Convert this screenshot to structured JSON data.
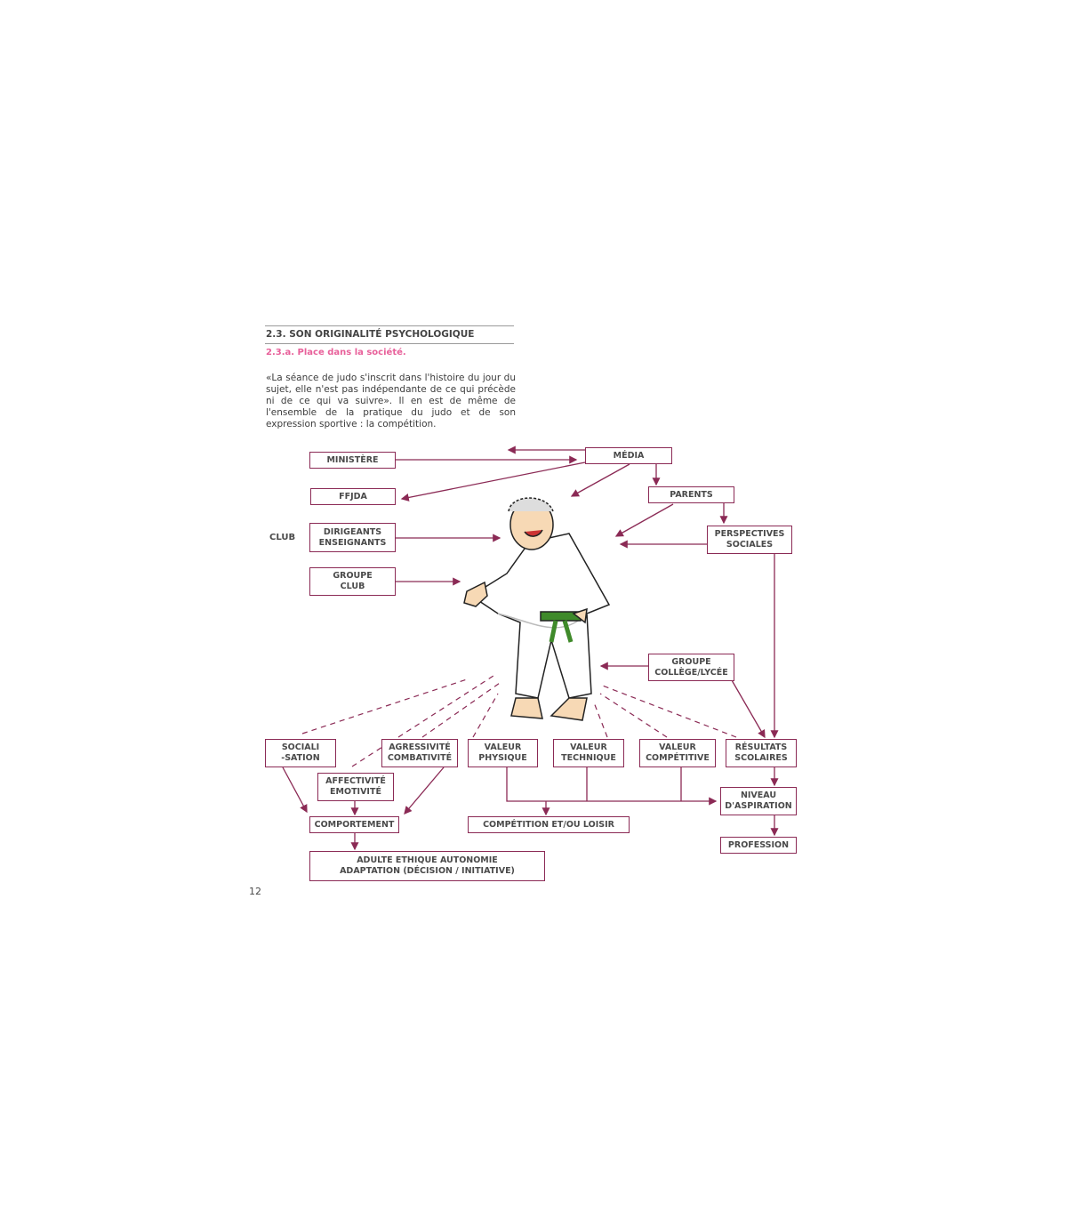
{
  "section_title": "2.3. SON ORIGINALITÉ PSYCHOLOGIQUE",
  "subsection_title": "2.3.a. Place dans la société.",
  "paragraph": "«La séance de judo s'inscrit dans l'histoire du jour du sujet, elle n'est pas indépendante de ce qui précède ni de ce qui va suivre». Il en est de même de l'ensemble de la pratique du judo et de son expression sportive : la compétition.",
  "diagram": {
    "club_label": "CLUB",
    "boxes": {
      "ministere": "MINISTÈRE",
      "ffjda": "FFJDA",
      "dirigeants": "DIRIGEANTS ENSEIGNANTS",
      "groupe_club": "GROUPE CLUB",
      "media": "MÉDIA",
      "parents": "PARENTS",
      "perspectives": "PERSPECTIVES SOCIALES",
      "groupe_college": "GROUPE COLLÈGE/LYCÉE",
      "socialisation": "SOCIALI-SATION",
      "agressivite": "AGRESSIVITÉ COMBATIVITÉ",
      "valeur_physique": "VALEUR PHYSIQUE",
      "valeur_technique": "VALEUR TECHNIQUE",
      "valeur_competitive": "VALEUR COMPÉTITIVE",
      "resultats": "RÉSULTATS SCOLAIRES",
      "affectivite": "AFFECTIVITÉ EMOTIVITÉ",
      "comportement": "COMPORTEMENT",
      "competition": "COMPÉTITION ET/OU LOISIR",
      "niveau": "NIVEAU D'ASPIRATION",
      "profession": "PROFESSION",
      "adulte": "ADULTE ETHIQUE AUTONOMIE ADAPTATION (DÉCISION / INITIATIVE)"
    },
    "colors": {
      "line": "#8b2a55",
      "accent": "#e8609a",
      "belt": "#3f8a2a"
    }
  },
  "page_number": "12"
}
